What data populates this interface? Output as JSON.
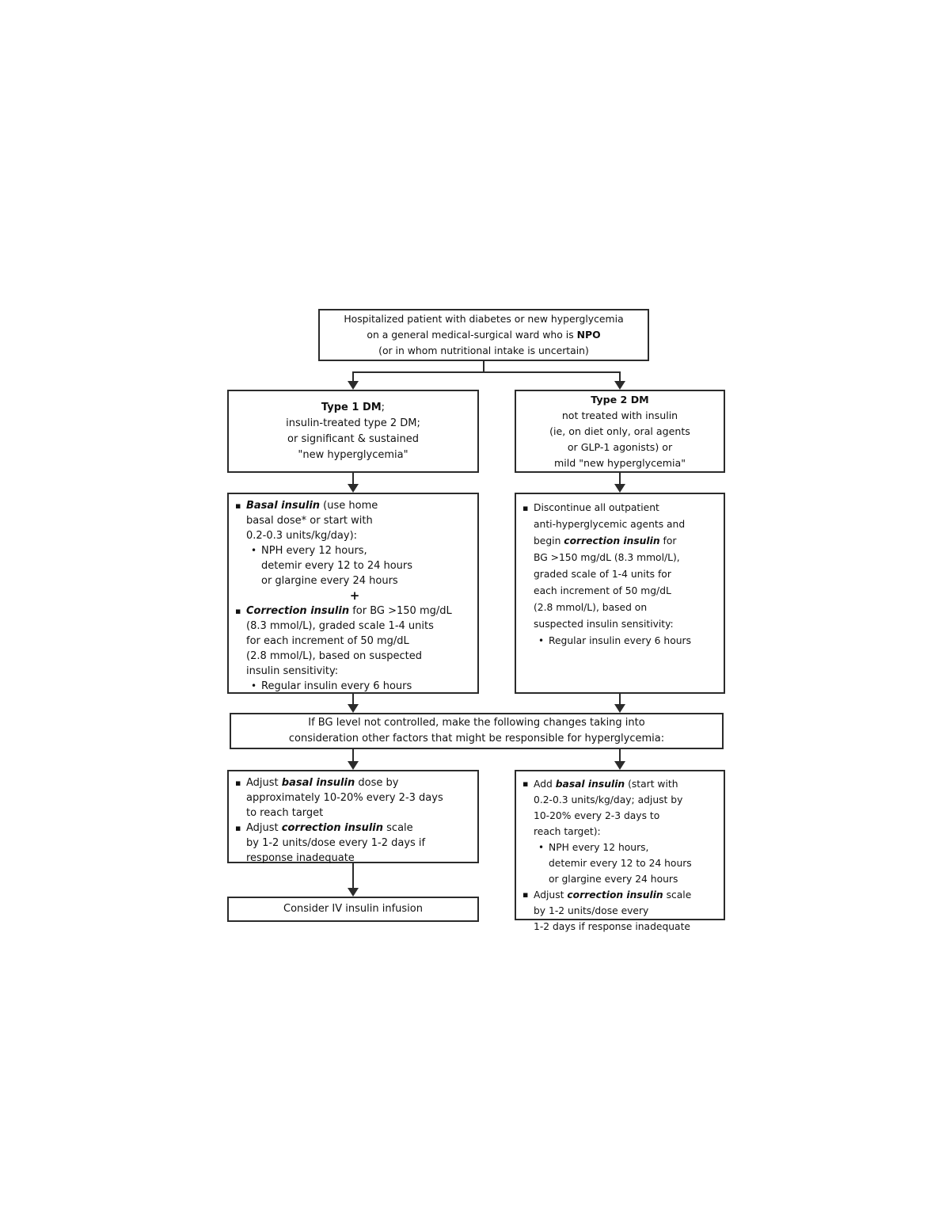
{
  "nodes": {
    "top": {
      "line1": "Hospitalized patient with diabetes or new hyperglycemia",
      "line2_pre": "on a general medical-surgical ward who is ",
      "line2_bold": "NPO",
      "line3": "(or in whom nutritional intake is uncertain)"
    },
    "type1": {
      "title": "Type 1 DM",
      "title_suffix": ";",
      "lines": "insulin-treated type 2 DM;\nor significant & sustained\n\"new hyperglycemia\""
    },
    "type2": {
      "title": "Type 2 DM",
      "lines": "not treated with insulin\n(ie, on diet only, oral agents\nor GLP-1 agonists) or\nmild \"new hyperglycemia\""
    },
    "type1_plan": {
      "bullet1": {
        "em": "Basal insulin",
        "post": " (use home\nbasal dose* or start with\n0.2-0.3 units/kg/day):"
      },
      "bullet1_sub": "NPH every 12 hours,\ndetemir every 12 to 24 hours\nor glargine every 24 hours",
      "plus": "+",
      "bullet2": {
        "em": "Correction insulin",
        "post": " for BG >150 mg/dL\n(8.3 mmol/L), graded scale 1-4 units\nfor each increment of 50 mg/dL\n(2.8 mmol/L), based on suspected\ninsulin sensitivity:"
      },
      "bullet2_sub": "Regular insulin every 6 hours"
    },
    "type2_plan": {
      "bullet1": {
        "pre": "Discontinue all outpatient\nanti-hyperglycemic agents and\nbegin ",
        "em": "correction insulin",
        "post": " for\nBG >150 mg/dL (8.3 mmol/L),\ngraded scale of 1-4 units for\neach increment of 50 mg/dL\n(2.8 mmol/L), based on\nsuspected insulin sensitivity:"
      },
      "bullet1_sub": "Regular insulin every 6 hours"
    },
    "middle": {
      "text": "If BG level not controlled, make the following changes taking into\nconsideration other factors that might be responsible for hyperglycemia:"
    },
    "adjust_left": {
      "bullet1": {
        "pre": "Adjust ",
        "em": "basal insulin",
        "post": " dose by\napproximately 10-20% every 2-3 days\nto reach target"
      },
      "bullet2": {
        "pre": "Adjust ",
        "em": "correction insulin",
        "post": " scale\nby 1-2 units/dose every 1-2 days if\nresponse inadequate"
      }
    },
    "adjust_right": {
      "bullet1": {
        "pre": "Add ",
        "em": "basal insulin",
        "post": " (start with\n0.2-0.3 units/kg/day; adjust by\n10-20% every 2-3 days to\nreach target):"
      },
      "bullet1_sub": "NPH every 12 hours,\ndetemir every 12 to 24 hours\nor glargine every 24 hours",
      "bullet2": {
        "pre": "Adjust ",
        "em": "correction insulin",
        "post": " scale\nby 1-2 units/dose every\n1-2 days if response inadequate"
      }
    },
    "iv": {
      "text": "Consider IV insulin infusion"
    }
  },
  "icons": {
    "square_bullet": "▪",
    "dot_bullet": "•"
  },
  "colors": {
    "line": "#2b2b2b",
    "text": "#111111",
    "background": "#ffffff"
  }
}
